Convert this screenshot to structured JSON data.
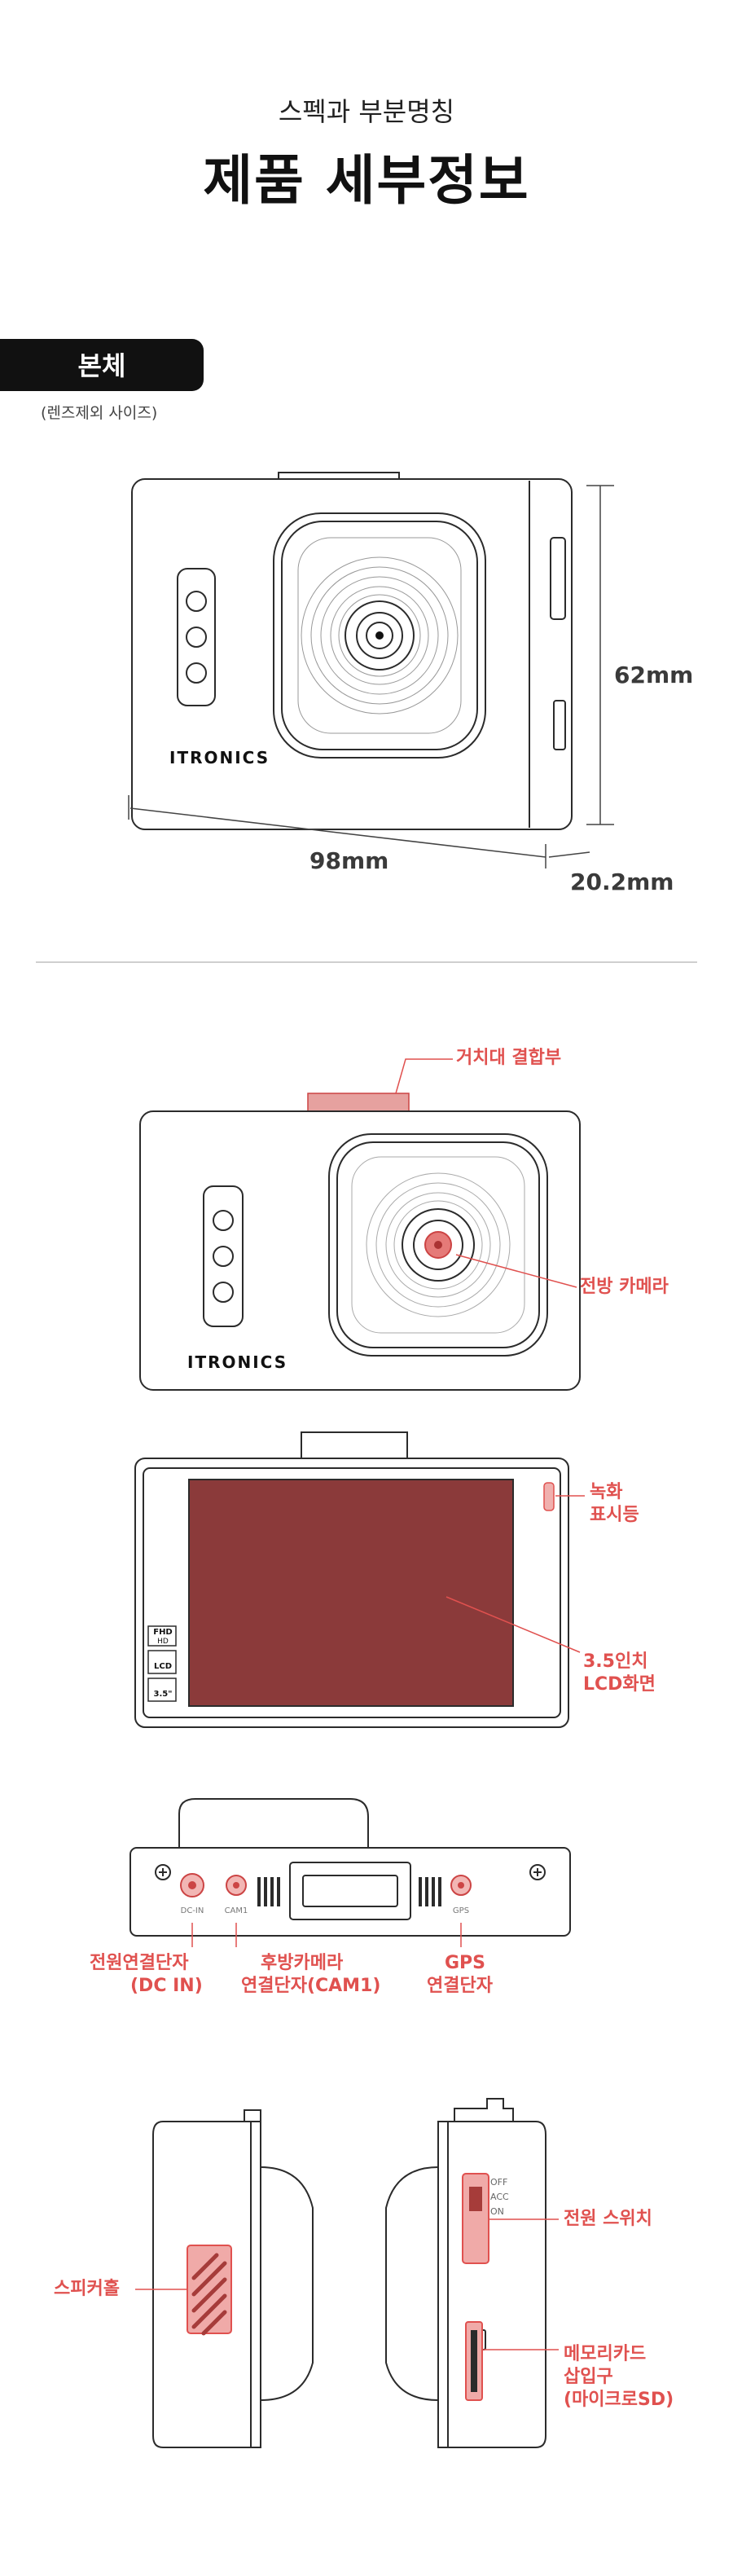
{
  "header": {
    "subtitle": "스펙과 부분명칭",
    "title": "제품 세부정보"
  },
  "body_section": {
    "badge": "본체",
    "note": "(렌즈제외 사이즈)",
    "width": "98mm",
    "height": "62mm",
    "depth": "20.2mm",
    "brand": "ITRONICS"
  },
  "parts": {
    "mount": "거치대 결합부",
    "front_camera": "전방 카메라",
    "rec_indicator_line1": "녹화",
    "rec_indicator_line2": "표시등",
    "lcd_line1": "3.5인치",
    "lcd_line2": "LCD화면",
    "power_jack_line1": "전원연결단자",
    "power_jack_line2": "(DC IN)",
    "rear_cam_line1": "후방카메라",
    "rear_cam_line2": "연결단자(CAM1)",
    "gps_line1": "GPS",
    "gps_line2": "연결단자",
    "power_switch": "전원 스위치",
    "speaker": "스피커홀",
    "sd_line1": "메모리카드",
    "sd_line2": "삽입구",
    "sd_line3": "(마이크로SD)"
  },
  "port_marks": {
    "dc": "DC-IN",
    "cam": "CAM1",
    "gps": "GPS",
    "off": "OFF",
    "acc": "ACC",
    "on": "ON",
    "fhd": "FHD",
    "hd": "HD",
    "lcd": "LCD",
    "size": "3.5\""
  },
  "colors": {
    "accent": "#e0514f",
    "screen": "#8b3a3a",
    "outline": "#2b2b2b"
  }
}
